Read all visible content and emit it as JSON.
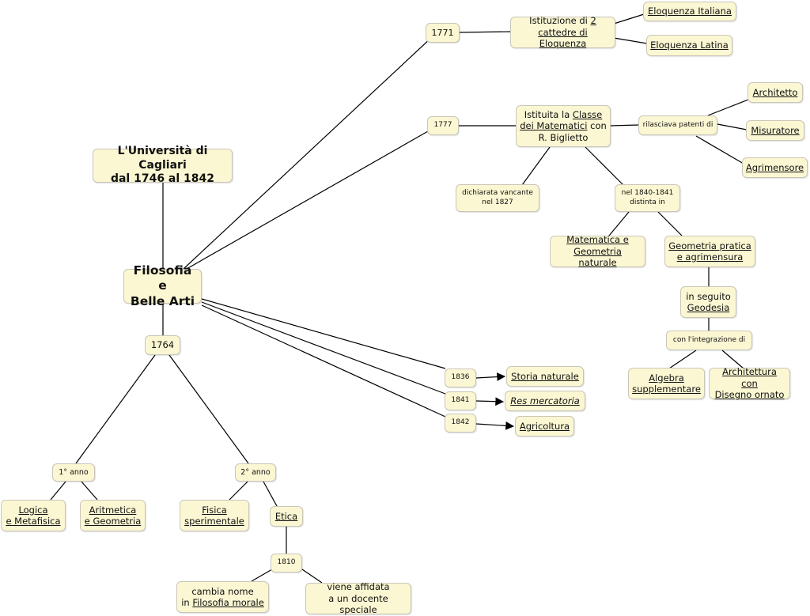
{
  "title": {
    "line1": "L'Università di Cagliari",
    "line2": "dal 1746 al 1842"
  },
  "root": {
    "line1": "Filosofia e",
    "line2": "Belle Arti"
  },
  "years": {
    "y1764": "1764",
    "y1771": "1771",
    "y1777": "1777",
    "y1836": "1836",
    "y1841": "1841",
    "y1842": "1842",
    "y1810": "1810"
  },
  "eloquenza": {
    "istituzione_pre": "Istituzione di ",
    "istituzione_num": "2",
    "istituzione_line2": "cattedre di Eloquenza",
    "italiana": "Eloquenza Italiana",
    "latina": "Eloquenza Latina"
  },
  "matematici": {
    "line1_pre": "Istituita la ",
    "line1_link": "Classe",
    "line2_link": "dei Matematici",
    "line2_post": " con",
    "line3": "R. Biglietto",
    "rilasciava": "rilasciava patenti di",
    "architetto": "Architetto",
    "misuratore": "Misuratore",
    "agrimensore": "Agrimensore",
    "dichiarata_1": "dichiarata vancante",
    "dichiarata_2": "nel 1827",
    "distinta_1": "nel 1840-1841",
    "distinta_2": "distinta in",
    "matgeo_1": "Matematica e",
    "matgeo_2": "Geometria naturale",
    "geopratica_1": "Geometria pratica",
    "geopratica_2": "e agrimensura",
    "seguito_1": "in seguito",
    "seguito_2": "Geodesia",
    "integrazione": "con l'integrazione di",
    "algebra_1": "Algebra",
    "algebra_2": "supplementare",
    "archi_1": "Architettura con",
    "archi_2": "Disegno ornato"
  },
  "later": {
    "storia": "Storia naturale",
    "res": "Res mercatoria",
    "agricoltura": "Agricoltura"
  },
  "anni": {
    "primo": "1° anno",
    "secondo": "2° anno",
    "logica_1": "Logica",
    "logica_2": "e Metafisica",
    "aritmetica_1": "Aritmetica",
    "aritmetica_2": "e Geometria",
    "fisica_1": "Fisica",
    "fisica_2": "sperimentale",
    "etica": "Etica",
    "cambia_1": "cambia nome",
    "cambia_2_pre": "in ",
    "cambia_2_link": "Filosofia morale",
    "affidata_1": "viene affidata",
    "affidata_2": "a un docente speciale"
  }
}
